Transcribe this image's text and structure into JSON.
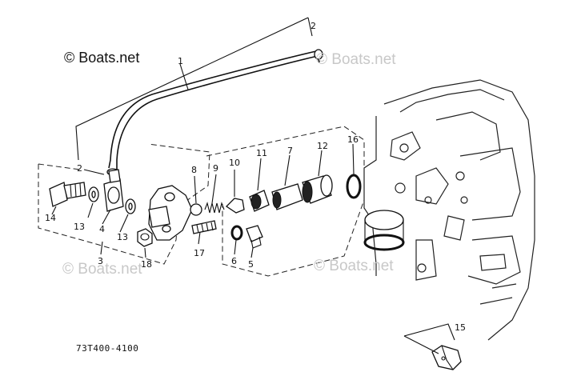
{
  "copyright": "© Boats.net",
  "watermarks": [
    "© Boats.net",
    "© Boats.net",
    "© Boats.net"
  ],
  "part_number": "73T400-4100",
  "callouts": {
    "c1": "1",
    "c2_top": "2",
    "c2_left": "2",
    "c3": "3",
    "c4": "4",
    "c5": "5",
    "c6": "6",
    "c7": "7",
    "c8": "8",
    "c9": "9",
    "c10": "10",
    "c11": "11",
    "c12": "12",
    "c13_a": "13",
    "c13_b": "13",
    "c14": "14",
    "c15": "15",
    "c16": "16",
    "c17": "17",
    "c18": "18"
  }
}
